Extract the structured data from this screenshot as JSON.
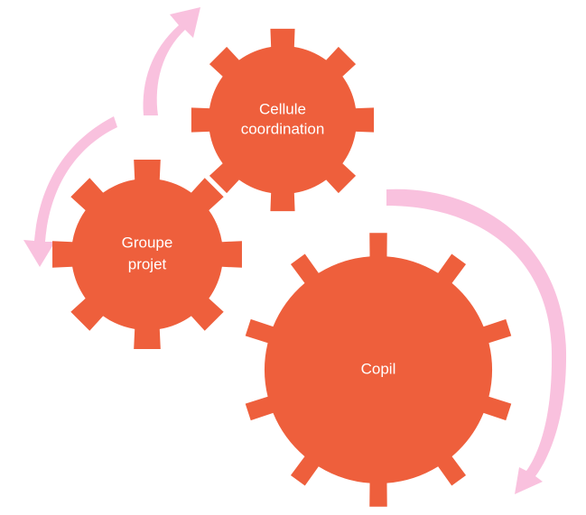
{
  "colors": {
    "gear_fill": "#EE5F3C",
    "arrow_fill": "#F9C1DE",
    "label_text": "#FFFFFF",
    "background": "#FFFFFF"
  },
  "gears": [
    {
      "id": "cellule",
      "label_lines": [
        "Cellule",
        "coordination"
      ]
    },
    {
      "id": "groupe",
      "label_lines": [
        "Groupe",
        "projet"
      ]
    },
    {
      "id": "copil",
      "label_lines": [
        "Copil"
      ]
    }
  ],
  "arrows": [
    {
      "id": "arrow-groupe-to-cellule",
      "direction": "up"
    },
    {
      "id": "arrow-cellule-to-groupe",
      "direction": "down-left"
    },
    {
      "id": "arrow-copil",
      "direction": "down"
    }
  ]
}
